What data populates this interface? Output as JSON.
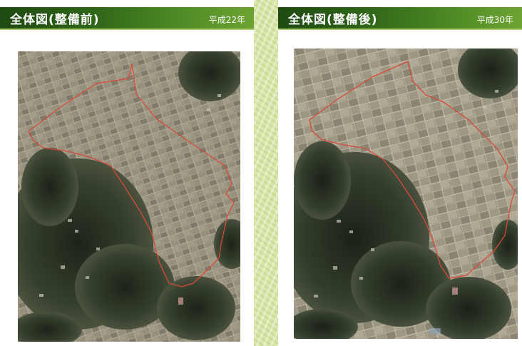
{
  "panels": [
    {
      "title": "全体図(整備前)",
      "year": "平成22年"
    },
    {
      "title": "全体図(整備後)",
      "year": "平成30年"
    }
  ],
  "colors": {
    "header_green": "#2e6418",
    "boundary_line": "#d84a3a",
    "divider_strip": "#d9e6a9"
  }
}
